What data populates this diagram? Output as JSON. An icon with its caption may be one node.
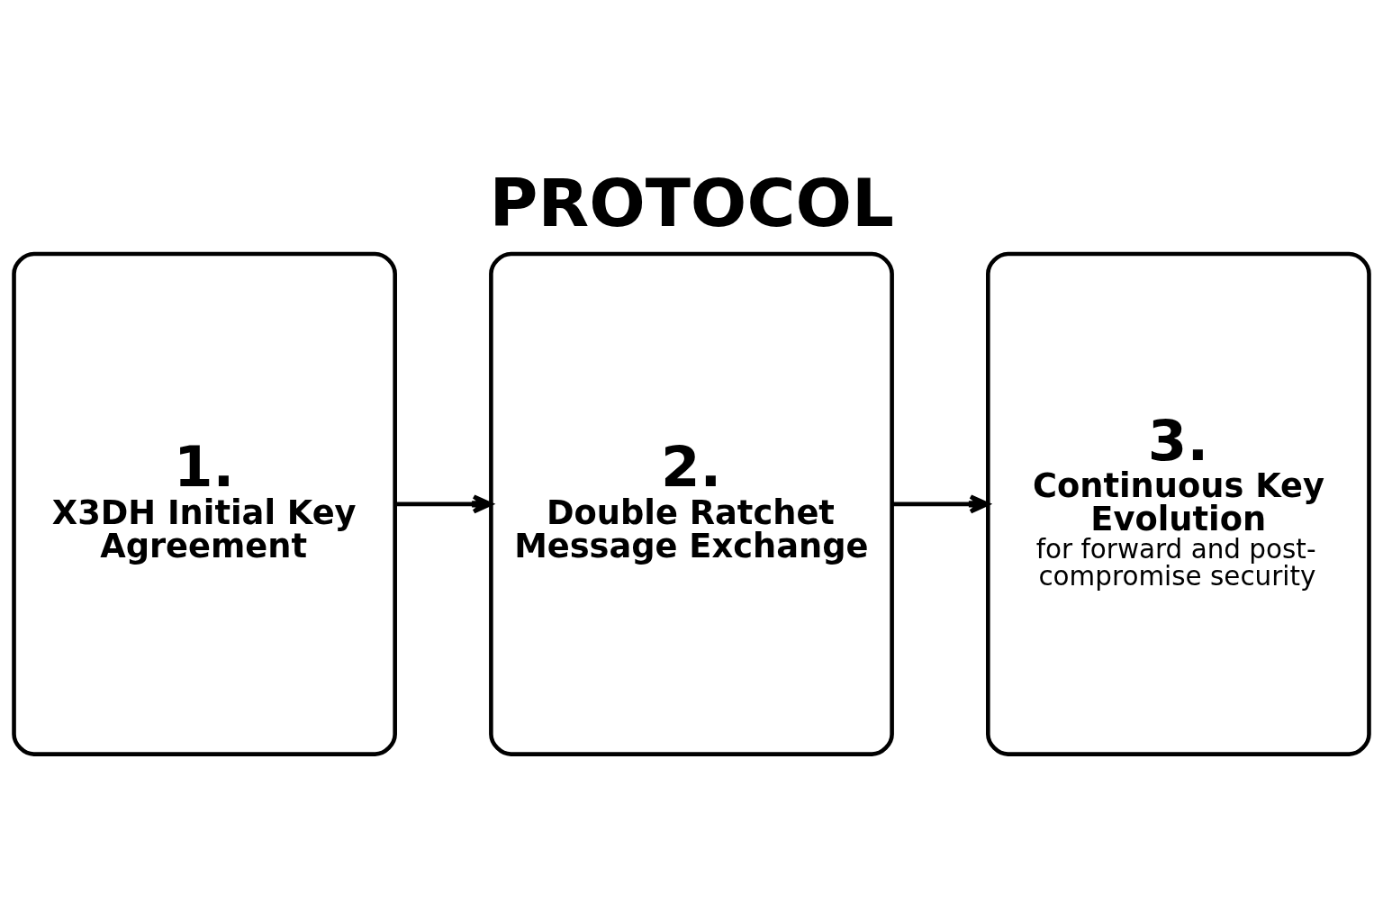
{
  "diagram": {
    "title": "PROTOCOL",
    "nodes": [
      {
        "text": [
          "1.",
          "X3DH Initial Key Agreement"
        ]
      },
      {
        "text": [
          "2.",
          "Double Ratchet Message Exchange"
        ]
      },
      {
        "text": [
          "3.",
          "Continuous Key Evolution",
          "for forward and post-compromise security"
        ]
      }
    ],
    "edges": [
      {
        "from": 0,
        "to": 1,
        "arrow": "to"
      },
      {
        "from": 1,
        "to": 2,
        "arrow": "to"
      }
    ]
  }
}
